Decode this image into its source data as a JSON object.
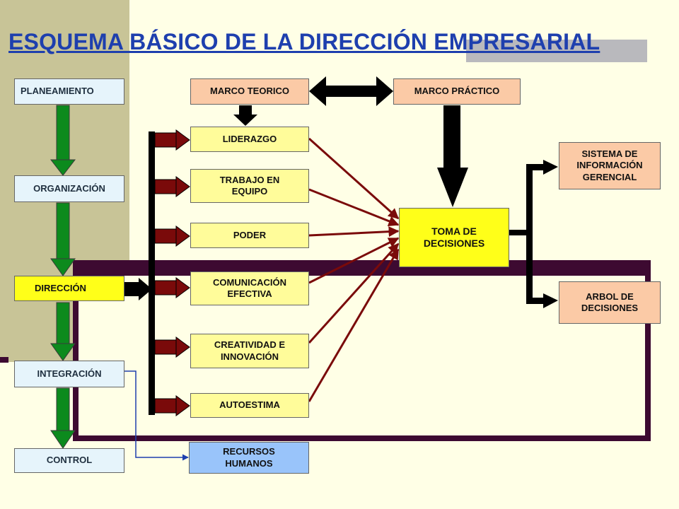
{
  "title": "ESQUEMA BÁSICO DE LA  DIRECCIÓN EMPRESARIAL",
  "process": {
    "planeamiento": "PLANEAMIENTO",
    "organizacion": "ORGANIZACIÓN",
    "direccion": "DIRECCIÓN",
    "integracion": "INTEGRACIÓN",
    "control": "CONTROL"
  },
  "marco": {
    "teorico": "MARCO TEORICO",
    "practico": "MARCO PRÁCTICO"
  },
  "skills": {
    "liderazgo": "LIDERAZGO",
    "trabajo_en_equipo": "TRABAJO EN\nEQUIPO",
    "poder": "PODER",
    "comunicacion": "COMUNICACIÓN\nEFECTIVA",
    "creatividad": "CREATIVIDAD E\nINNOVACIÓN",
    "autoestima": "AUTOESTIMA"
  },
  "recursos_humanos": "RECURSOS\nHUMANOS",
  "toma_de_decisiones": "TOMA   DE\nDECISIONES",
  "outputs": {
    "sistema_informacion": "SISTEMA DE\nINFORMACIÓN\nGERENCIAL",
    "arbol_decisiones": "ARBOL DE\nDECISIONES"
  },
  "colors": {
    "background": "#ffffe6",
    "sidebar": "#c8c497",
    "title": "#1e3fae",
    "process_arrow_green": "#0c8a1d",
    "dark_red_arrow": "#7a0a0a",
    "frame_dark_purple": "#3d0a31"
  }
}
